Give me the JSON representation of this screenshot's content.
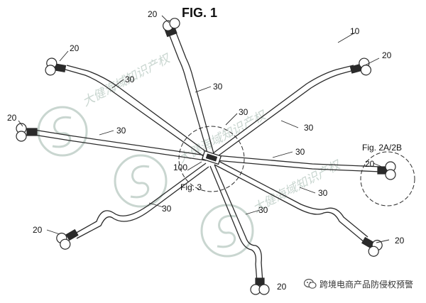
{
  "figure": {
    "title": "FIG. 1",
    "ref_assembly": "10",
    "strap_label": "30",
    "clip_label": "20",
    "hub_label": "100",
    "detail_labels": {
      "fig3": "Fig. 3",
      "fig2": "Fig. 2A/2B"
    }
  },
  "watermark": {
    "text": "大健海域知识产权",
    "caption": "跨境电商产品防侵权预警"
  },
  "colors": {
    "line": "#2a2a2a",
    "watermark": "#c9d6d0",
    "background": "#ffffff"
  }
}
